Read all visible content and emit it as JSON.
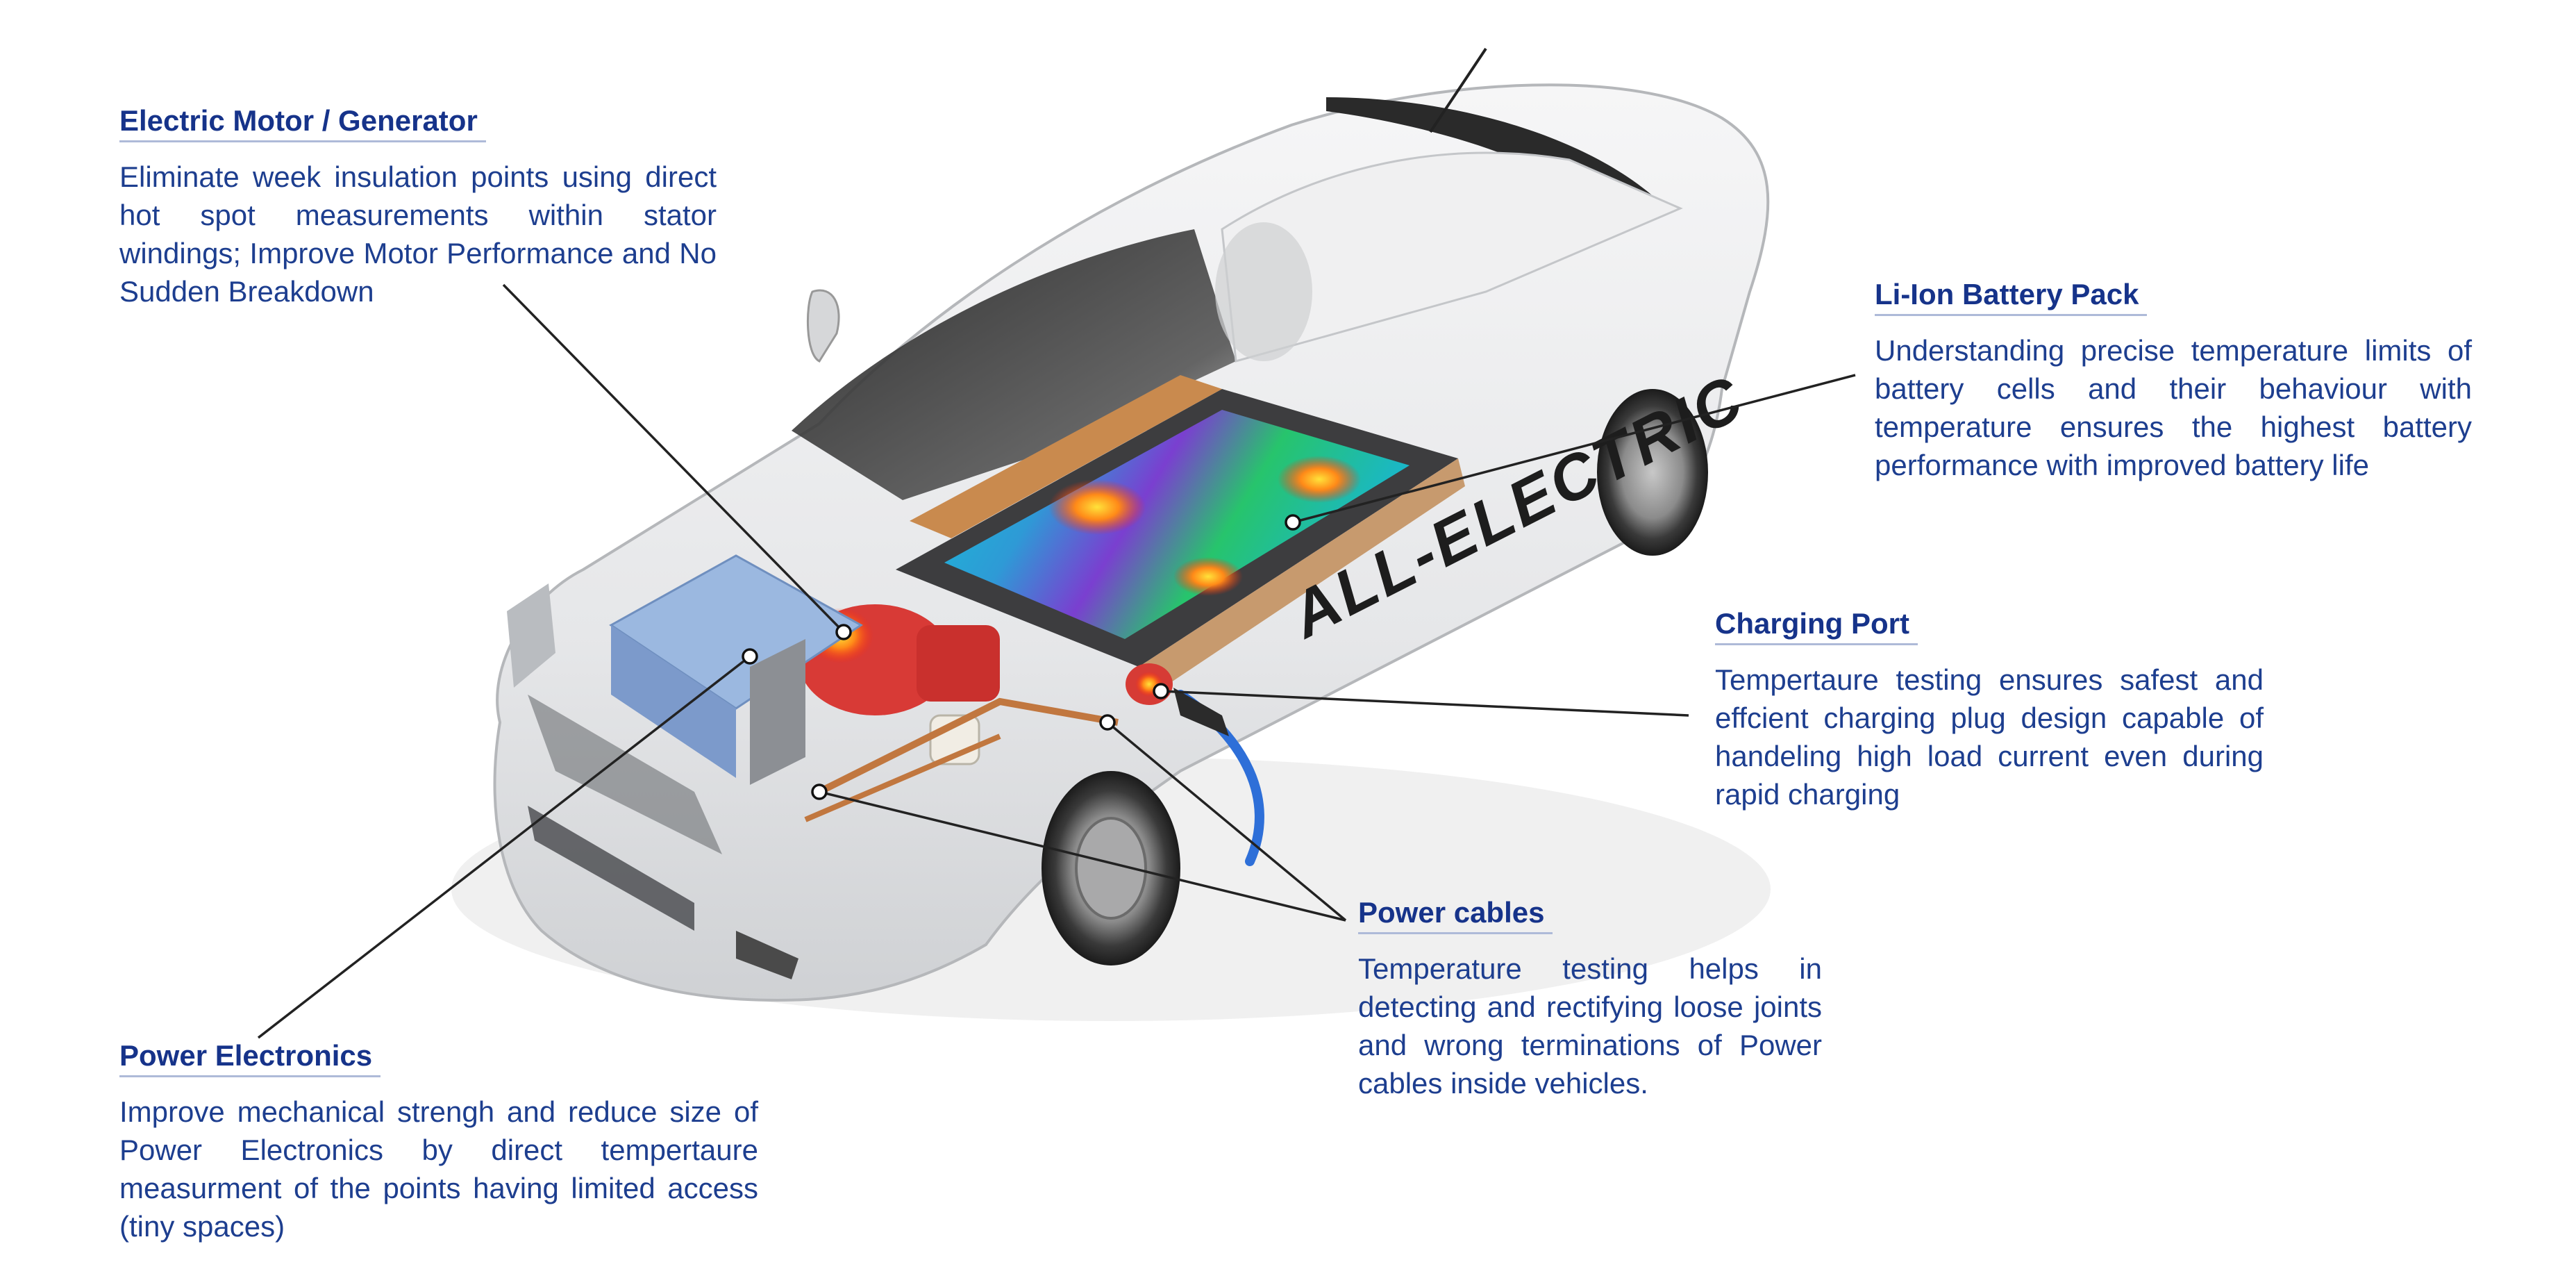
{
  "callouts": {
    "motor": {
      "title": "Electric Motor / Generator",
      "text": "Eliminate week insulation points using direct hot spot measurements within stator windings; Improve Motor Performance and No Sudden Breakdown"
    },
    "battery": {
      "title": "Li-Ion Battery Pack",
      "text": "Understanding precise temperature limits of battery cells and their behaviour with temperature ensures the highest battery performance with improved battery life"
    },
    "charging": {
      "title": "Charging Port",
      "text": "Tempertaure testing ensures safest and effcient charging plug design capable of handeling high load current even during rapid charging"
    },
    "cables": {
      "title": "Power cables",
      "text": "Temperature testing helps in detecting and rectifying loose joints and wrong terminations of Power cables inside vehicles."
    },
    "power": {
      "title": "Power Electronics",
      "text": "Improve mechanical strengh and reduce size of Power Electronics by direct tempertaure measurment of the points having limited access (tiny spaces)"
    }
  },
  "car": {
    "side_text": "ALL-ELECTRIC",
    "body_color": "#e9eaec",
    "accent_text": "#1c3a8a"
  }
}
